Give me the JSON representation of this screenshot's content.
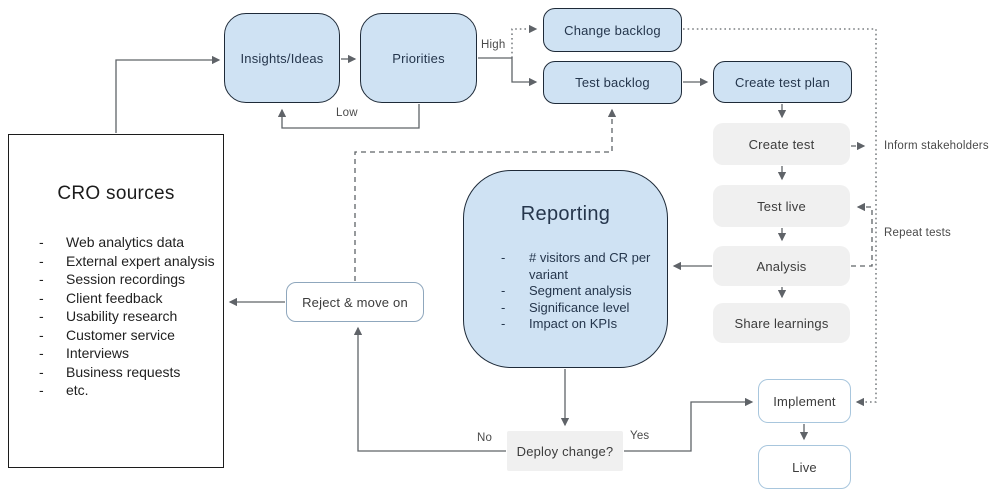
{
  "colors": {
    "accent_fill": "#cfe2f3",
    "accent_border": "#1e2a38",
    "gray_fill": "#f0f0f0",
    "white_node_border": "#a8c6dd",
    "reject_border": "#8fa7bd",
    "connector": "#5f6368",
    "text_dark": "#25364c",
    "text_gray": "#3c3c3c",
    "label_gray": "#4a4a4a"
  },
  "nodes": {
    "insights": {
      "label": "Insights/Ideas"
    },
    "priorities": {
      "label": "Priorities"
    },
    "change_backlog": {
      "label": "Change backlog"
    },
    "test_backlog": {
      "label": "Test backlog"
    },
    "create_test_plan": {
      "label": "Create test plan"
    },
    "create_test": {
      "label": "Create test"
    },
    "test_live": {
      "label": "Test live"
    },
    "analysis": {
      "label": "Analysis"
    },
    "share_learnings": {
      "label": "Share learnings"
    },
    "reject_move_on": {
      "label": "Reject & move on"
    },
    "deploy_change": {
      "label": "Deploy change?"
    },
    "implement": {
      "label": "Implement"
    },
    "live": {
      "label": "Live"
    }
  },
  "cro_sources": {
    "title": "CRO sources",
    "items": [
      "Web analytics data",
      "External expert analysis",
      "Session recordings",
      "Client feedback",
      "Usability research",
      "Customer service",
      "Interviews",
      "Business requests",
      "etc."
    ]
  },
  "reporting": {
    "title": "Reporting",
    "items": [
      "# visitors and CR per variant",
      "Segment analysis",
      "Significance level",
      "Impact on KPIs"
    ]
  },
  "edge_labels": {
    "high": "High",
    "low": "Low",
    "no": "No",
    "yes": "Yes",
    "inform_stakeholders": "Inform stakeholders",
    "repeat_tests": "Repeat tests"
  }
}
